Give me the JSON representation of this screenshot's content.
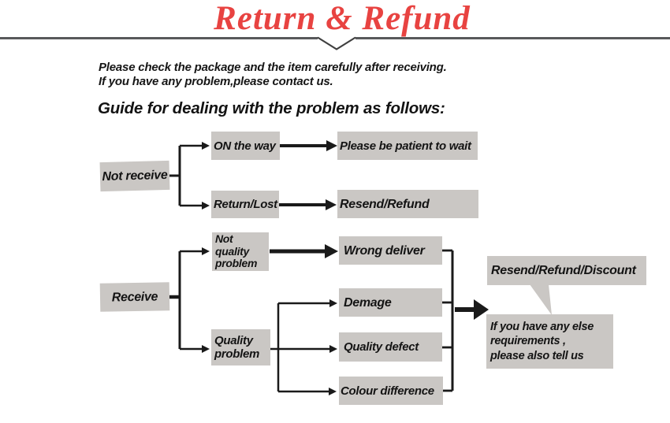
{
  "header": {
    "title": "Return & Refund"
  },
  "intro": {
    "line1": "Please check the package and the item carefully after receiving.",
    "line2": "If  you have any problem,please contact us."
  },
  "guide_heading": "Guide for dealing with the problem as follows:",
  "flow": {
    "not_receive": "Not receive",
    "on_the_way": "ON the way",
    "be_patient": "Please be patient to wait",
    "return_lost": "Return/Lost",
    "resend_refund": "Resend/Refund",
    "receive": "Receive",
    "not_quality_problem": "Not\nquality\nproblem",
    "wrong_deliver": "Wrong deliver",
    "demage": "Demage",
    "quality_problem": "Quality\nproblem",
    "quality_defect": "Quality defect",
    "colour_difference": "Colour difference",
    "resend_refund_discount": "Resend/Refund/Discount",
    "else_requirements": "If you have any else\n requirements ,\nplease also tell us"
  },
  "colors": {
    "title_red": "#e84341",
    "box_gray": "#cac7c4",
    "line_black": "#1a1a1a",
    "rule_gray": "#58595b",
    "bg_white": "#ffffff"
  }
}
